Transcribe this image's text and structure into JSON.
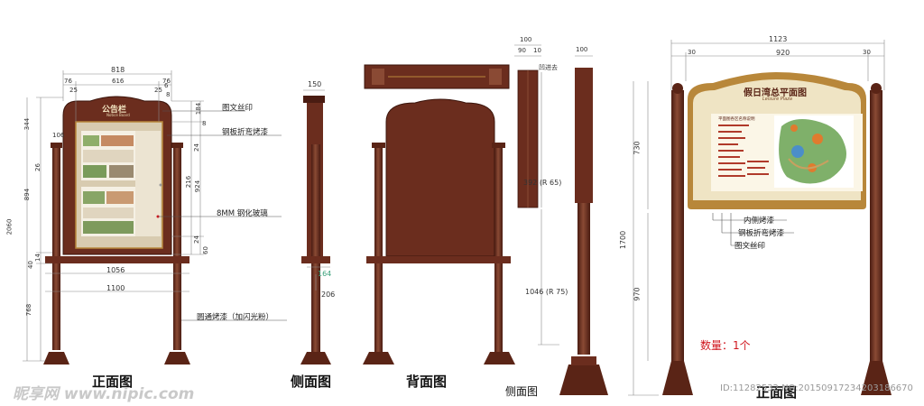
{
  "views": {
    "front_left": "正面图",
    "side": "侧面图",
    "back": "背面图",
    "side_right": "侧面图",
    "front_right": "正面图"
  },
  "board": {
    "title_cn": "公告栏",
    "title_en": "Notice Board",
    "map_title_cn": "假日湾总平面图",
    "map_title_en": "Leisure Plaza",
    "legend_title": "平面图各区名称说明"
  },
  "notes_left": {
    "silkscreen": "图文丝印",
    "steel_bend": "钢板折弯烤漆",
    "glass": "8MM 钢化玻璃",
    "pole_paint": "圆通烤漆（加闪光粉）"
  },
  "notes_right": {
    "inner_paint": "内侧烤漆",
    "steel_bend": "钢板折弯烤漆",
    "silkscreen": "图文丝印"
  },
  "back_note": "凹进去",
  "quantity": "数量：1个",
  "dims": {
    "d818": "818",
    "d76a": "76",
    "d616": "616",
    "d76b": "76",
    "d25a": "25",
    "d6": "6",
    "d25b": "25",
    "d8a": "8",
    "d344": "344",
    "d106": "106",
    "d26": "26",
    "d894": "894",
    "d2060": "2060",
    "d14": "14",
    "d40": "40",
    "d768": "768",
    "d184": "184",
    "d8b": "8",
    "d24a": "24",
    "d216": "216",
    "d924": "924",
    "d24b": "24",
    "d60": "60",
    "d1056": "1056",
    "d1100": "1100",
    "d150": "150",
    "d164": "164",
    "d206": "206",
    "d100a": "100",
    "d90": "90",
    "d10": "10",
    "d100b": "100",
    "r392": "392 (R 65)",
    "r1046": "1046 (R 75)",
    "d1123": "1123",
    "d30a": "30",
    "d920": "920",
    "d30b": "30",
    "d730": "730",
    "d1700": "1700",
    "d970": "970"
  },
  "watermark": {
    "logo": "昵享网 www.nipic.com",
    "id": "ID:11282532 NO:20150917234203186670"
  },
  "colors": {
    "frame": "#6b2d1e",
    "frame_dark": "#4a1c12",
    "cream": "#efe4c4",
    "gold": "#b8873a"
  }
}
